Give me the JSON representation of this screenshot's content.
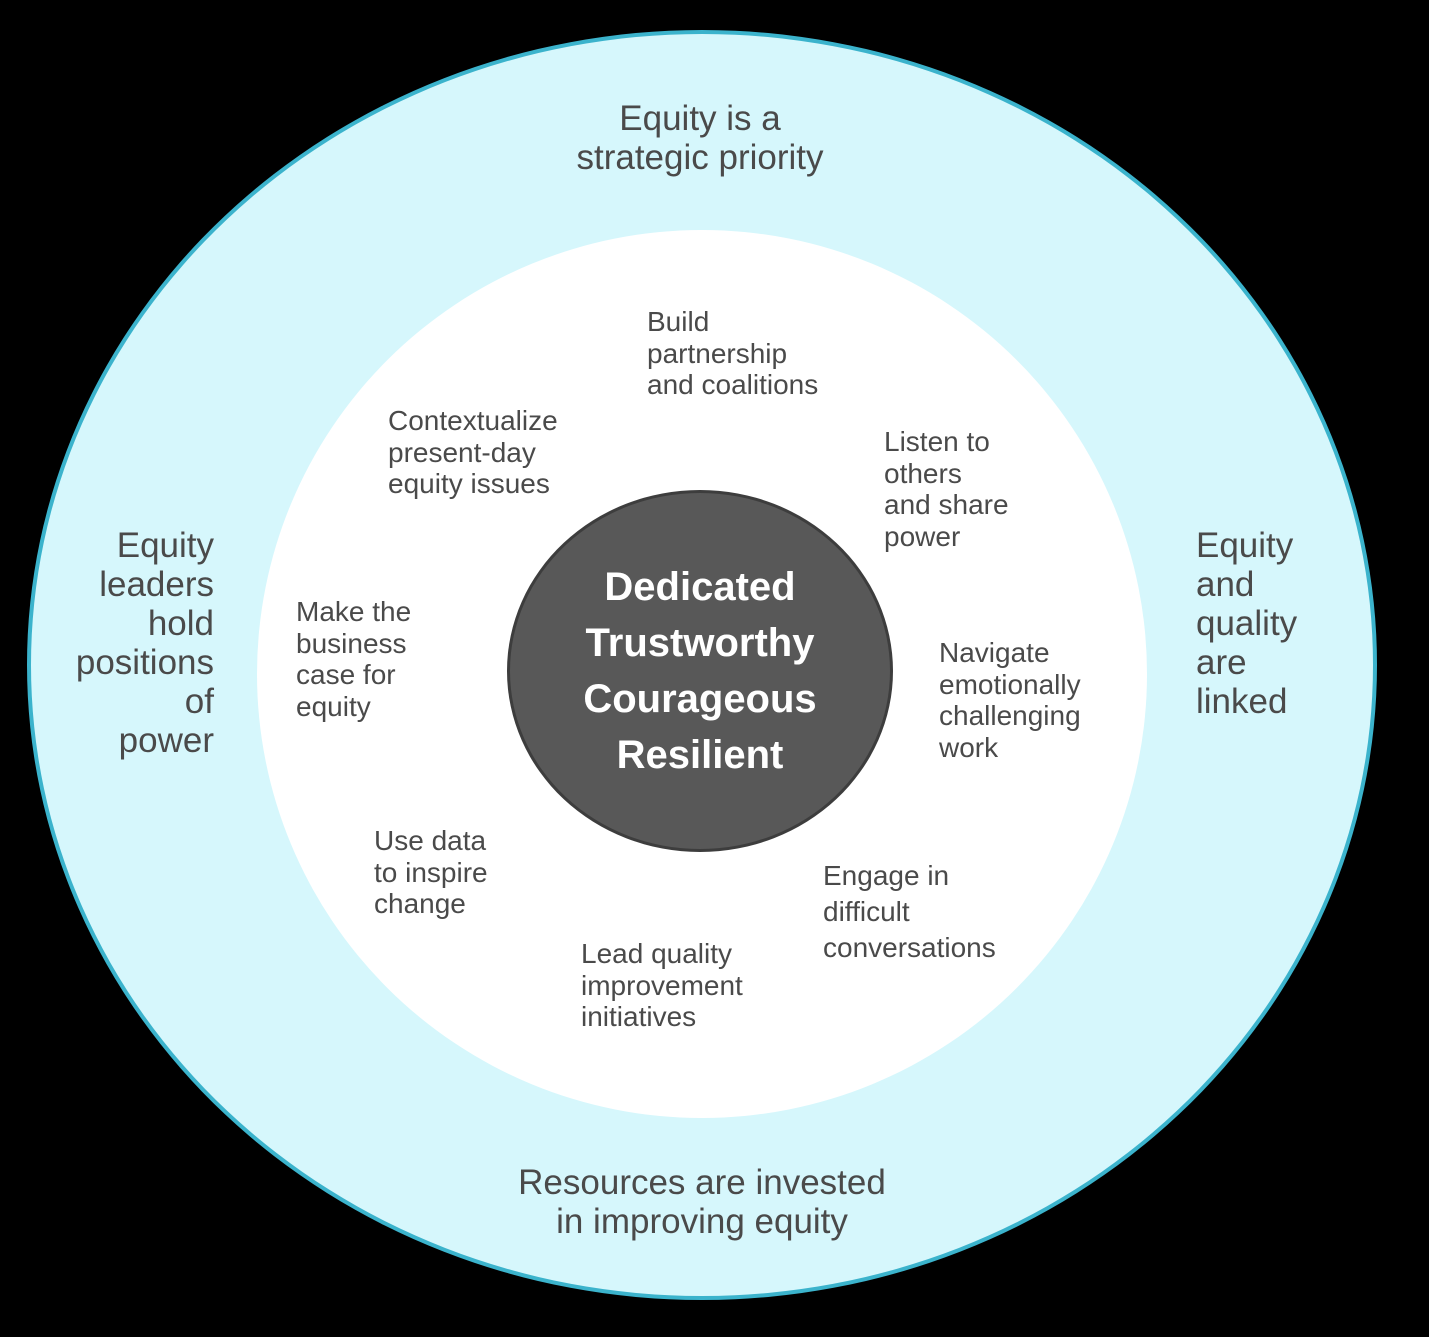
{
  "center_traits": [
    "Dedicated",
    "Trustworthy",
    "Courageous",
    "Resilient"
  ],
  "outer_ring": {
    "top": "Equity is a\nstrategic priority",
    "left": "Equity\nleaders\nhold\npositions\nof\npower",
    "right": "Equity\nand\nquality\nare\nlinked",
    "bottom": "Resources are invested\nin improving equity"
  },
  "skills": {
    "build_partnership": "Build\npartnership\nand coalitions",
    "contextualize": "Contextualize\npresent-day\nequity issues",
    "listen": "Listen to\nothers\nand share\npower",
    "business_case": "Make the\nbusiness\ncase for\nequity",
    "navigate": "Navigate\nemotionally\nchallenging\nwork",
    "use_data": "Use data\nto inspire\nchange",
    "engage": "Engage in\ndifficult\nconversations",
    "lead_quality": "Lead quality\nimprovement\ninitiatives"
  },
  "colors": {
    "outer_fill": "#d6f7fc",
    "outer_border": "#3bb3cc",
    "inner_fill": "#ffffff",
    "core_fill": "#585858",
    "text": "#4a4a4a",
    "background": "#000000"
  }
}
